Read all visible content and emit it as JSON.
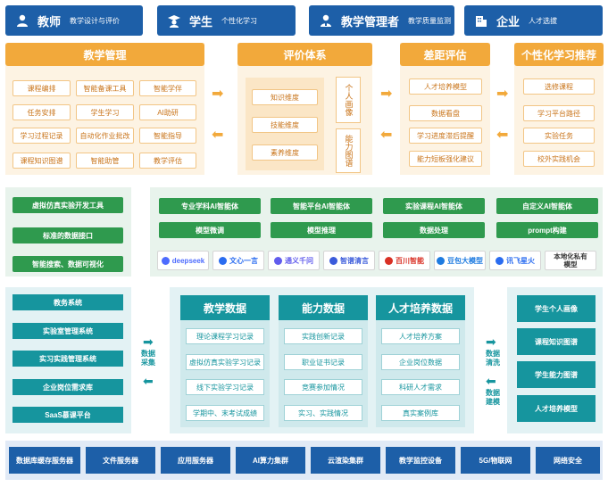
{
  "roles": [
    {
      "name": "教师",
      "desc": "教学设计与评价",
      "icon": "teacher-icon"
    },
    {
      "name": "学生",
      "desc": "个性化学习",
      "icon": "student-icon"
    },
    {
      "name": "教学管理者",
      "desc": "教学质量监测",
      "icon": "manager-icon"
    },
    {
      "name": "企业",
      "desc": "人才选拔",
      "icon": "enterprise-icon"
    }
  ],
  "teaching_mgmt": {
    "title": "教学管理",
    "items": [
      "课程编排",
      "智能备课工具",
      "智能学伴",
      "任务安排",
      "学生学习",
      "AI助研",
      "学习过程记录",
      "自动化作业批改",
      "智能指导",
      "课程知识图谱",
      "智能助管",
      "教学评估"
    ]
  },
  "evaluation": {
    "title": "评价体系",
    "dimensions": [
      "知识维度",
      "技能维度",
      "素养维度"
    ],
    "portrait": "个人画像",
    "ability_map": "能力图谱"
  },
  "gap": {
    "title": "差距评估",
    "items": [
      "人才培养模型",
      "数据看盘",
      "学习进度滞后提醒",
      "能力短板强化建议"
    ]
  },
  "personal": {
    "title": "个性化学习推荐",
    "items": [
      "选修课程",
      "学习平台路径",
      "实验任务",
      "校外实践机会"
    ]
  },
  "tools": {
    "items": [
      "虚拟仿真实验开发工具",
      "标准的数据接口",
      "智能搜索、数据可视化"
    ]
  },
  "ai": {
    "agents": [
      "专业学科AI智能体",
      "智能平台AI智能体",
      "实验课程AI智能体",
      "自定义AI智能体"
    ],
    "functions": [
      "模型微调",
      "模型推理",
      "数据处理",
      "prompt构建"
    ],
    "models": [
      "deepseek",
      "文心一言",
      "通义千问",
      "智谱清言",
      "百川智能",
      "豆包大模型",
      "讯飞星火",
      "本地化私有模型"
    ]
  },
  "systems": {
    "items": [
      "教务系统",
      "实验室管理系统",
      "实习实践管理系统",
      "企业岗位需求库",
      "SaaS慕课平台"
    ]
  },
  "flow_labels": {
    "collect": "数据采集",
    "clean": "数据清洗",
    "model": "数据建模"
  },
  "data_cols": [
    {
      "title": "教学数据",
      "items": [
        "理论课程学习记录",
        "虚拟仿真实验学习记录",
        "线下实验学习记录",
        "学期中、末考试成绩"
      ]
    },
    {
      "title": "能力数据",
      "items": [
        "实践创新记录",
        "职业证书记录",
        "竞赛参加情况",
        "实习、实践情况"
      ]
    },
    {
      "title": "人才培养数据",
      "items": [
        "人才培养方案",
        "企业岗位数据",
        "科研人才需求",
        "真实案例库"
      ]
    }
  ],
  "outputs": {
    "items": [
      "学生个人画像",
      "课程知识图谱",
      "学生能力图谱",
      "人才培养模型"
    ]
  },
  "infra": {
    "items": [
      "数据库缓存服务器",
      "文件服务器",
      "应用服务器",
      "AI算力集群",
      "云渲染集群",
      "教学监控设备",
      "5G/物联网",
      "网络安全"
    ]
  },
  "colors": {
    "blue": "#1d5fa8",
    "orange": "#f2a93b",
    "green": "#2f9a4e",
    "teal": "#16959e"
  }
}
